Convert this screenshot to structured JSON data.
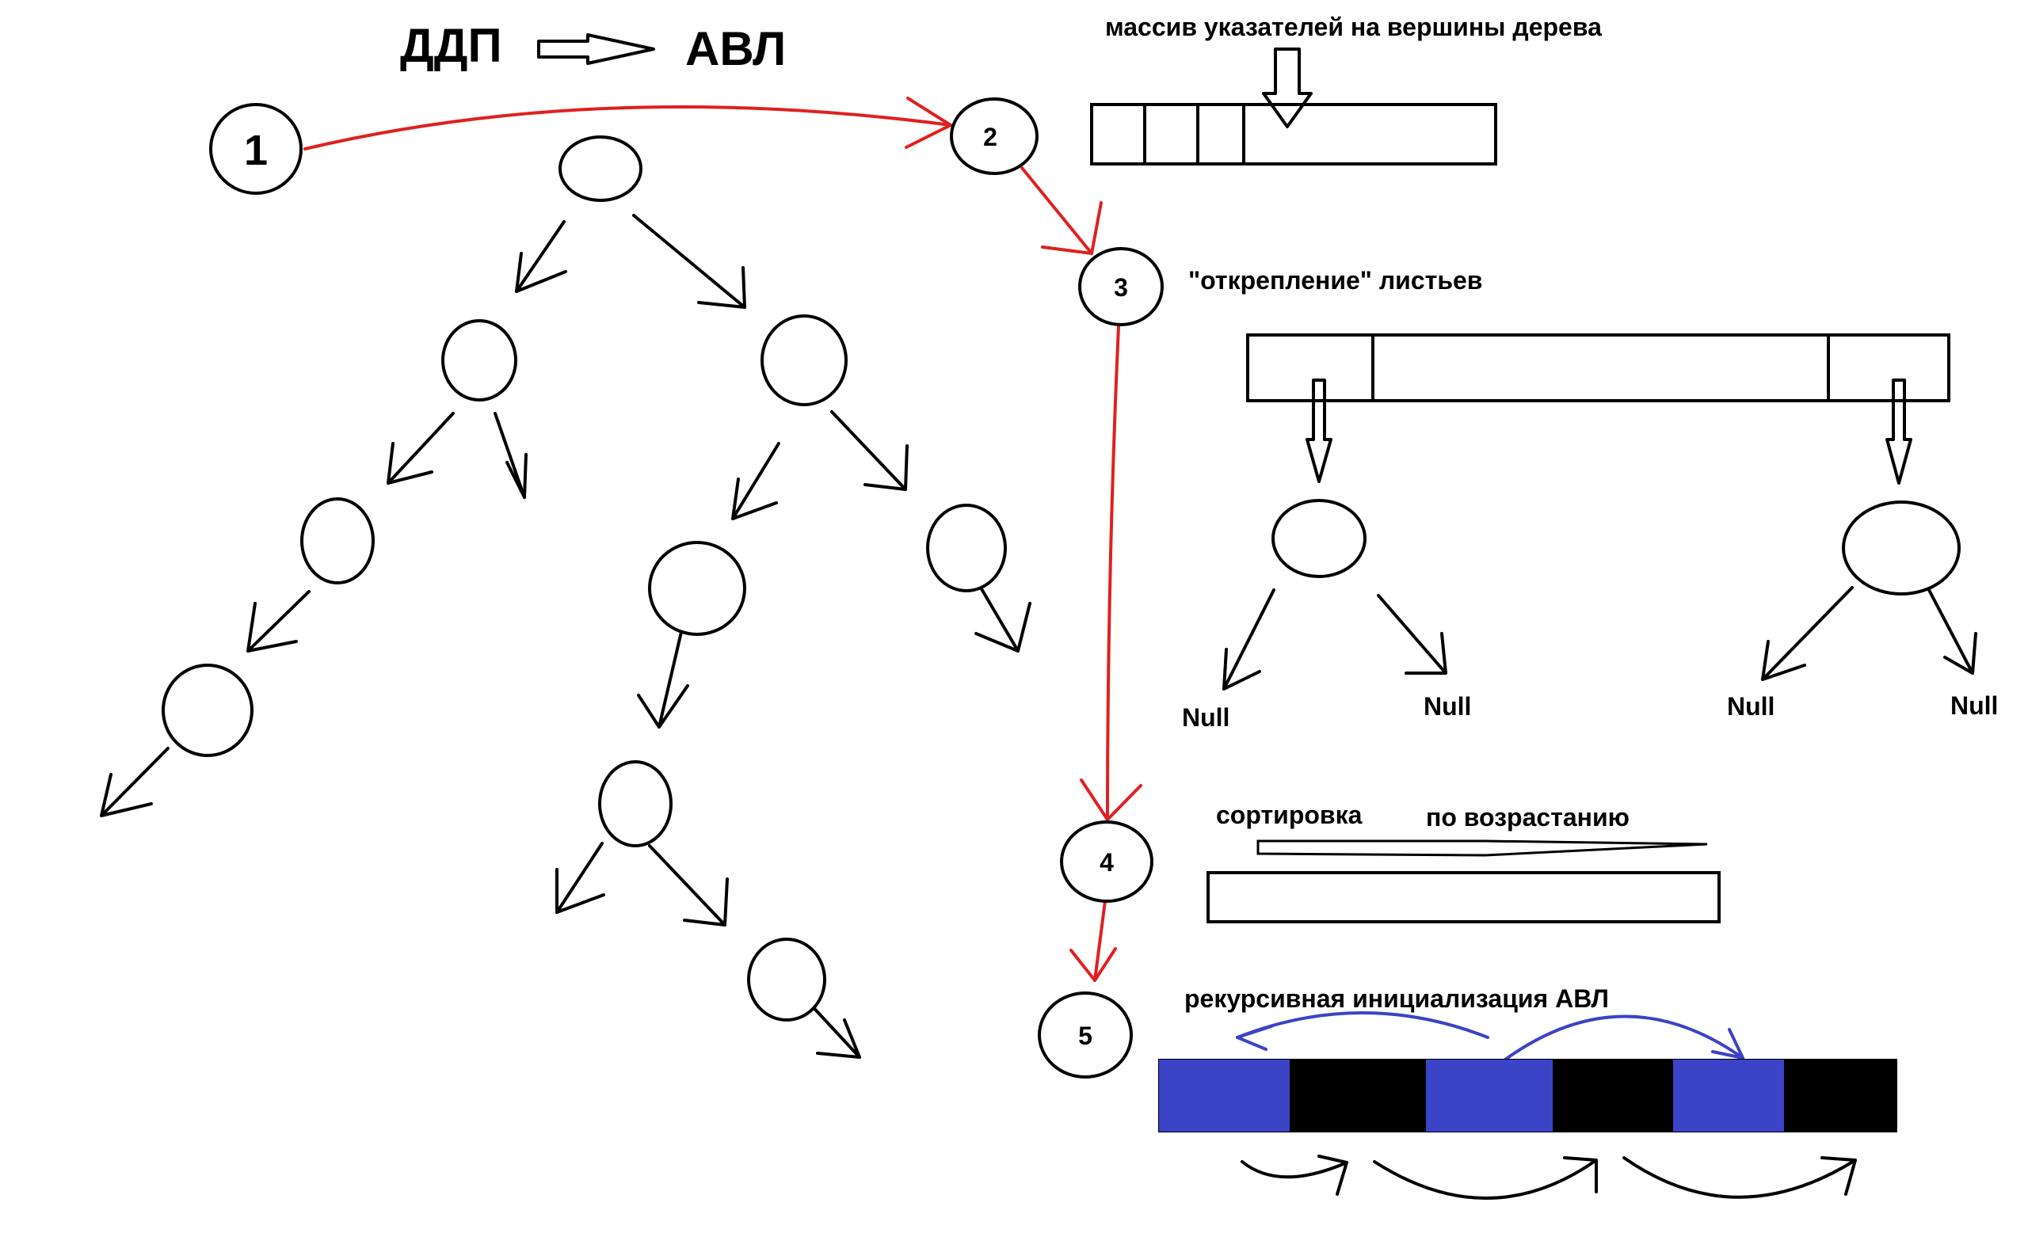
{
  "title": {
    "from": "ДДП",
    "to": "АВЛ"
  },
  "steps": [
    "1",
    "2",
    "3",
    "4",
    "5"
  ],
  "labels": {
    "pointer_array": "массив указателей на вершины дерева",
    "detach_leaves": "\"открепление\" листьев",
    "sort": "сортировка",
    "ascending": "по возрастанию",
    "recursive_init": "рекурсивная инициализация АВЛ",
    "null": "Null"
  },
  "colors": {
    "flow_arrow": "#e02020",
    "segment": "#3b43c6",
    "ink": "#000000"
  }
}
